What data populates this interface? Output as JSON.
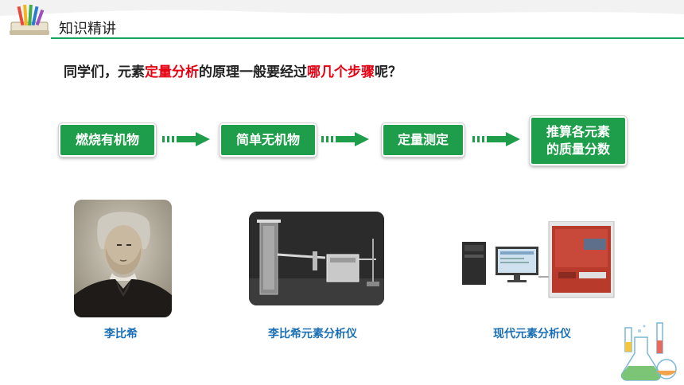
{
  "header": {
    "title": "知识精讲"
  },
  "question": {
    "part1": "同学们，元素",
    "highlight1": "定量分析",
    "part2": "的原理一般要经过",
    "highlight2": "哪几个步骤",
    "part3": "呢？"
  },
  "steps": [
    {
      "label": "燃烧有机物"
    },
    {
      "label": "简单无机物"
    },
    {
      "label": "定量测定"
    },
    {
      "label_line1": "推算各元素",
      "label_line2": "的质量分数"
    }
  ],
  "captions": {
    "liebig": "李比希",
    "liebig_apparatus": "李比希元素分析仪",
    "modern_analyzer": "现代元素分析仪"
  },
  "colors": {
    "accent_green": "#1e9e4a",
    "highlight_red": "#e60012",
    "caption_blue": "#1a6fb5"
  }
}
